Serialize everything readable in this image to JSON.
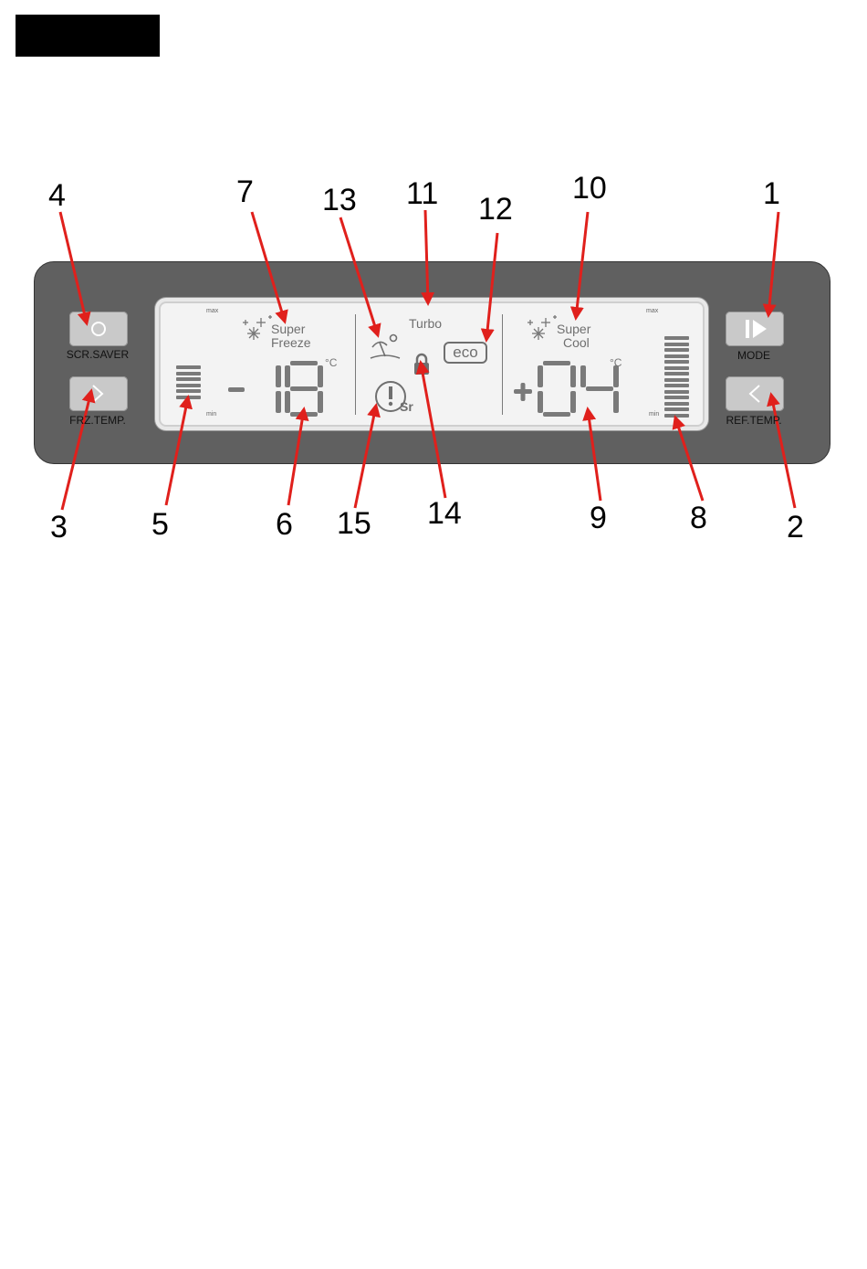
{
  "buttons": {
    "scr_saver": "SCR.SAVER",
    "frz_temp": "FRZ.TEMP.",
    "mode": "MODE",
    "ref_temp": "REF.TEMP."
  },
  "lcd": {
    "freezer": {
      "super_line1": "Super",
      "super_line2": "Freeze",
      "max": "max",
      "min": "min",
      "sign": "-",
      "value": "18",
      "unit": "°C",
      "level_bars": 6
    },
    "center": {
      "turbo": "Turbo",
      "eco": "eco",
      "sr": "Sr"
    },
    "fridge": {
      "super_line1": "Super",
      "super_line2": "Cool",
      "max": "max",
      "min": "min",
      "sign": "+",
      "value": "04",
      "unit": "°C",
      "level_bars": 14
    }
  },
  "callouts": [
    "1",
    "2",
    "3",
    "4",
    "5",
    "6",
    "7",
    "8",
    "9",
    "10",
    "11",
    "12",
    "13",
    "14",
    "15"
  ],
  "colors": {
    "panel": "#606060",
    "lcd_bg": "#f3f3f3",
    "segment": "#7a7a7a",
    "arrow": "#e0201c"
  },
  "icons": [
    "snowflake-icon",
    "beach-icon",
    "lock-icon",
    "alert-clock-icon",
    "play-pause-icon",
    "circle-icon",
    "chevron-right-icon",
    "chevron-left-icon"
  ]
}
